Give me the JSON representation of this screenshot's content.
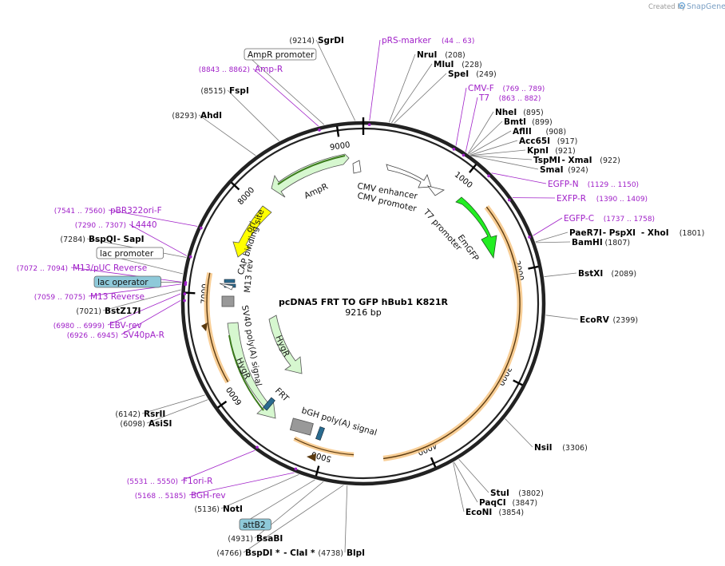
{
  "credit": {
    "text": "Created by",
    "brand": "SnapGene"
  },
  "plasmid": {
    "name": "pcDNA5 FRT TO GFP hBub1 K821R",
    "size": "9216 bp"
  },
  "ruler": [
    "1000",
    "2000",
    "3000",
    "4000",
    "5000",
    "6000",
    "7000",
    "8000",
    "9000"
  ],
  "features": {
    "ampr": "AmpR",
    "cmv_enhancer": "CMV enhancer",
    "cmv_promoter": "CMV promoter",
    "t7_promoter": "T7 promoter",
    "emgfp": "EmGFP",
    "ori": "ori",
    "cap_binding": "CAP binding site",
    "m13_rev": "M13 rev",
    "sv40_polya": "SV40 poly(A) signal",
    "hygr": "HygR",
    "frt": "FRT",
    "bgh_polya": "bGH poly(A) signal"
  },
  "enzymes": [
    {
      "name": "SgrDI",
      "pos": "(9214)"
    },
    {
      "name": "NruI",
      "pos": "(208)"
    },
    {
      "name": "MluI",
      "pos": "(228)"
    },
    {
      "name": "SpeI",
      "pos": "(249)"
    },
    {
      "name": "NheI",
      "pos": "(895)"
    },
    {
      "name": "BmtI",
      "pos": "(899)"
    },
    {
      "name": "AflII",
      "pos": "(908)"
    },
    {
      "name": "Acc65I",
      "pos": "(917)"
    },
    {
      "name": "KpnI",
      "pos": "(921)"
    },
    {
      "name": "TspMI",
      "extra": "XmaI",
      "pos": "(922)"
    },
    {
      "name": "SmaI",
      "pos": "(924)"
    },
    {
      "name": "PaeR7I",
      "extra": "PspXI",
      "extra2": "XhoI",
      "pos": "(1801)"
    },
    {
      "name": "BamHI",
      "pos": "(1807)"
    },
    {
      "name": "BstXI",
      "pos": "(2089)"
    },
    {
      "name": "EcoRV",
      "pos": "(2399)"
    },
    {
      "name": "NsiI",
      "pos": "(3306)"
    },
    {
      "name": "StuI",
      "pos": "(3802)"
    },
    {
      "name": "PaqCI",
      "pos": "(3847)"
    },
    {
      "name": "EcoNI",
      "pos": "(3854)"
    },
    {
      "name": "BlpI",
      "pos": "(4738)"
    },
    {
      "name": "BspDI *",
      "extra": "ClaI *",
      "pos": "(4766)"
    },
    {
      "name": "BsaBI",
      "pos": "(4931)"
    },
    {
      "name": "NotI",
      "pos": "(5136)"
    },
    {
      "name": "RsrII",
      "pos": "(6142)"
    },
    {
      "name": "AsiSI",
      "pos": "(6098)"
    },
    {
      "name": "BstZ17I",
      "pos": "(7021)"
    },
    {
      "name": "BspQI",
      "extra": "SapI",
      "pos": "(7284)"
    },
    {
      "name": "AhdI",
      "pos": "(8293)"
    },
    {
      "name": "FspI",
      "pos": "(8515)"
    }
  ],
  "primers": [
    {
      "name": "pRS-marker",
      "range": "(44 .. 63)"
    },
    {
      "name": "Amp-R",
      "range": "(8843 .. 8862)"
    },
    {
      "name": "CMV-F",
      "range": "(769 .. 789)"
    },
    {
      "name": "T7",
      "range": "(863 .. 882)"
    },
    {
      "name": "EGFP-N",
      "range": "(1129 .. 1150)"
    },
    {
      "name": "EXFP-R",
      "range": "(1390 .. 1409)"
    },
    {
      "name": "EGFP-C",
      "range": "(1737 .. 1758)"
    },
    {
      "name": "pBR322ori-F",
      "range": "(7541 .. 7560)"
    },
    {
      "name": "L4440",
      "range": "(7290 .. 7307)"
    },
    {
      "name": "M13/pUC Reverse",
      "range": "(7072 .. 7094)"
    },
    {
      "name": "M13 Reverse",
      "range": "(7059 .. 7075)"
    },
    {
      "name": "EBV-rev",
      "range": "(6980 .. 6999)"
    },
    {
      "name": "SV40pA-R",
      "range": "(6926 .. 6945)"
    },
    {
      "name": "F1ori-R",
      "range": "(5531 .. 5550)"
    },
    {
      "name": "BGH-rev",
      "range": "(5168 .. 5185)"
    }
  ],
  "boxed": [
    {
      "text": "AmpR promoter",
      "style": "plain"
    },
    {
      "text": "lac promoter",
      "style": "plain"
    },
    {
      "text": "lac operator",
      "style": "blue"
    },
    {
      "text": "attB2",
      "style": "blue"
    }
  ],
  "colors": {
    "primer": "#a020c8",
    "backbone": "#222222",
    "orf": "#f7c98b",
    "emgfp": "#22ee22",
    "ori": "#ffff00",
    "resistance": "#d6f7cf",
    "boxed_blue": "#8ec9d9"
  }
}
